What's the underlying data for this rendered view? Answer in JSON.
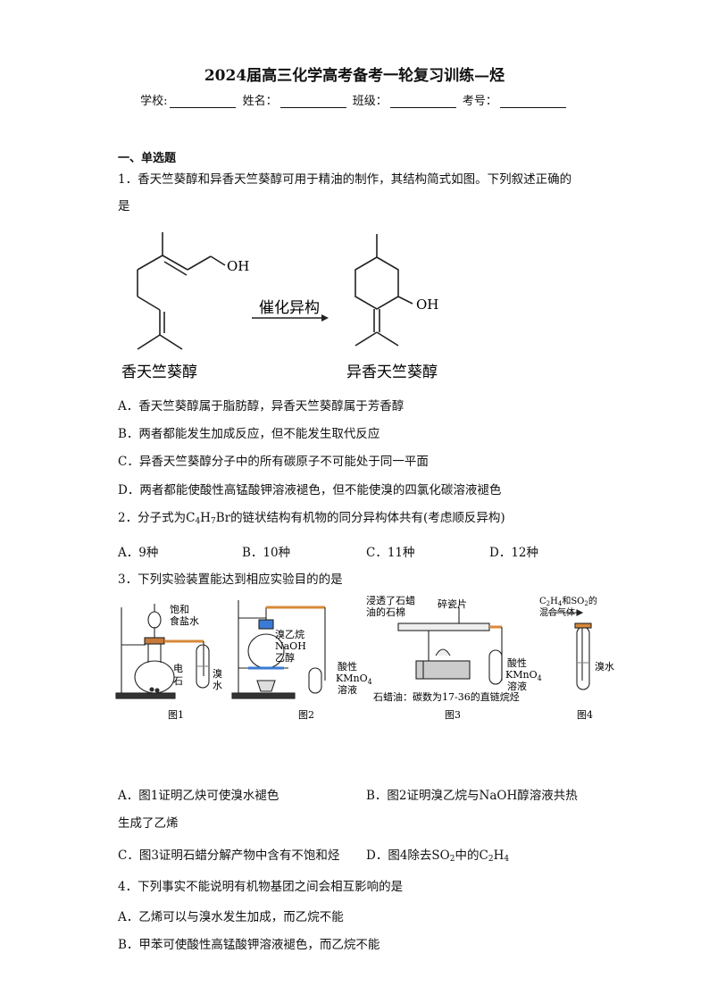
{
  "header": {
    "title": "2024届高三化学高考备考一轮复习训练—烃",
    "school_label": "学校:",
    "name_label": "姓名：",
    "class_label": "班级：",
    "number_label": "考号："
  },
  "section_title": "一、单选题",
  "q1": {
    "stem_line1": "1．香天竺葵醇和异香天竺葵醇可用于精油的制作，其结构简式如图。下列叙述正确的",
    "stem_line2": "是",
    "figure": {
      "left_name": "香天竺葵醇",
      "right_name": "异香天竺葵醇",
      "arrow_label": "催化异构",
      "oh": "OH"
    },
    "options": [
      "A．香天竺葵醇属于脂肪醇，异香天竺葵醇属于芳香醇",
      "B．两者都能发生加成反应，但不能发生取代反应",
      "C．异香天竺葵醇分子中的所有碳原子不可能处于同一平面",
      "D．两者都能使酸性高锰酸钾溶液褪色，但不能使溴的四氯化碳溶液褪色"
    ]
  },
  "q2": {
    "stem_pre": "2．分子式为",
    "formula_c": "C",
    "formula_c_sub": "4",
    "formula_h": "H",
    "formula_h_sub": "7",
    "formula_br": "Br",
    "stem_post": "的链状结构有机物的同分异构体共有(考虑顺反异构)",
    "options": [
      "A．9种",
      "B．10种",
      "C．11种",
      "D．12种"
    ]
  },
  "q3": {
    "stem": "3．下列实验装置能达到相应实验目的的是",
    "fig1": {
      "caption": "图1",
      "label_top": "饱和",
      "label_top2": "食盐水",
      "label_solid1": "电",
      "label_solid2": "石",
      "label_tube1": "溴",
      "label_tube2": "水"
    },
    "fig2": {
      "caption": "图2",
      "label1": "溴乙烷",
      "label2": "NaOH",
      "label3": "乙醇",
      "label4": "酸性",
      "label5": "KMnO",
      "label5_sub": "4",
      "label6": "溶液"
    },
    "fig3": {
      "caption": "图3",
      "label1": "浸透了石蜡",
      "label2": "油的石棉",
      "label3": "碎瓷片",
      "label4": "酸性",
      "label5": "KMnO",
      "label5_sub": "4",
      "label6": "溶液",
      "note": "石蜡油：碳数为17-36的直链烷烃"
    },
    "fig4": {
      "caption": "图4",
      "label1a": "C",
      "label1a_sub": "2",
      "label1b": "H",
      "label1b_sub": "4",
      "label1c": "和SO",
      "label1c_sub": "2",
      "label1d": "的",
      "label2": "混合气体",
      "label3": "溴水"
    },
    "options": {
      "A": "A．图1证明乙炔可使溴水褪色",
      "B_line1": "B．图2证明溴乙烷与NaOH醇溶液共热",
      "B_line2": "生成了乙烯",
      "C": "C．图3证明石蜡分解产物中含有不饱和烃",
      "D_pre": "D．图4除去",
      "D_so": "SO",
      "D_so_sub": "2",
      "D_mid": "中的",
      "D_c": "C",
      "D_c_sub": "2",
      "D_h": "H",
      "D_h_sub": "4"
    }
  },
  "q4": {
    "stem": "4．下列事实不能说明有机物基团之间会相互影响的是",
    "options": [
      "A．乙烯可以与溴水发生加成，而乙烷不能",
      "B．甲苯可使酸性高锰酸钾溶液褪色，而乙烷不能"
    ]
  }
}
